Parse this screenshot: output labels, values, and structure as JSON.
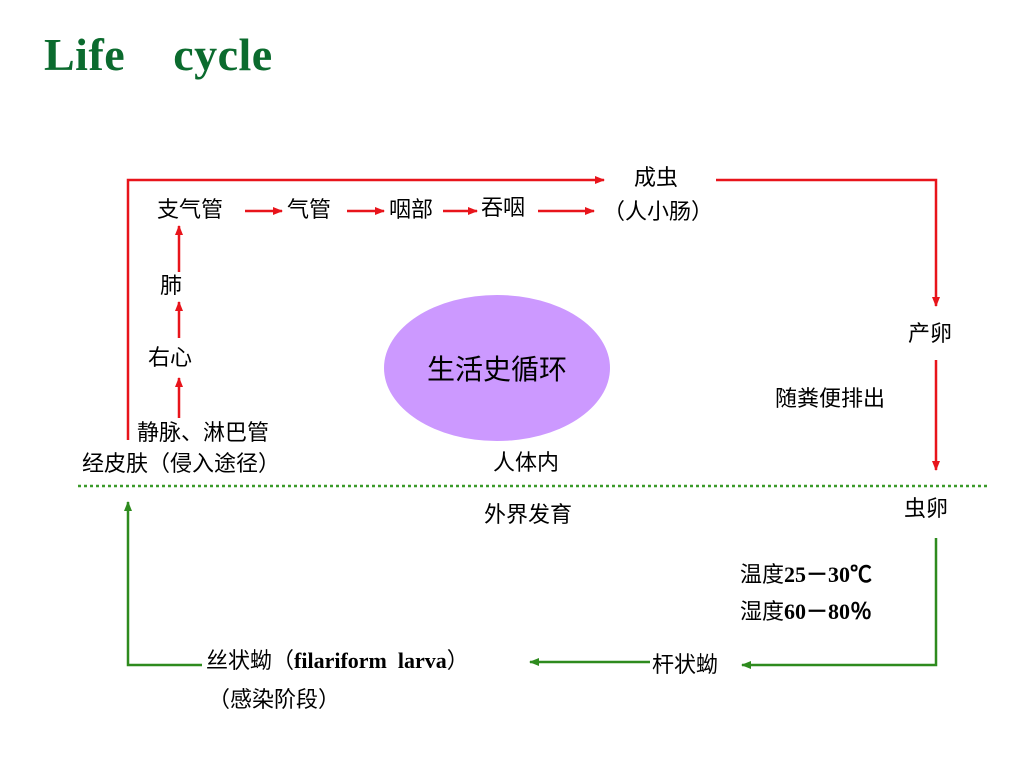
{
  "title": "Life    cycle",
  "center": {
    "label": "生活史循环",
    "fill": "#cc99ff"
  },
  "colors": {
    "inside_arrows": "#e8141b",
    "outside_arrows": "#2e8b1e",
    "divider": "#3a9a2a",
    "title": "#0b6b2e"
  },
  "inside_path": {
    "trachea_branch": "支气管",
    "trachea": "气管",
    "pharynx": "咽部",
    "swallow": "吞咽",
    "adult": "成虫",
    "adult_location": "（人小肠）",
    "lung": "肺",
    "right_heart": "右心",
    "vessels": "静脉、淋巴管",
    "skin_entry": "经皮肤（侵入途径）",
    "lay_eggs": "产卵",
    "excreted": "随粪便排出",
    "in_body": "人体内"
  },
  "outside_path": {
    "external_dev": "外界发育",
    "eggs": "虫卵",
    "temperature_prefix": "温度",
    "temperature_value": "25－30℃",
    "humidity_prefix": "湿度",
    "humidity_value": "60－80％",
    "rhabditiform": "杆状蚴",
    "filariform_prefix": "丝状蚴（",
    "filariform_latin": "filariform  larva",
    "filariform_suffix": "）",
    "infective_stage": "（感染阶段）"
  }
}
